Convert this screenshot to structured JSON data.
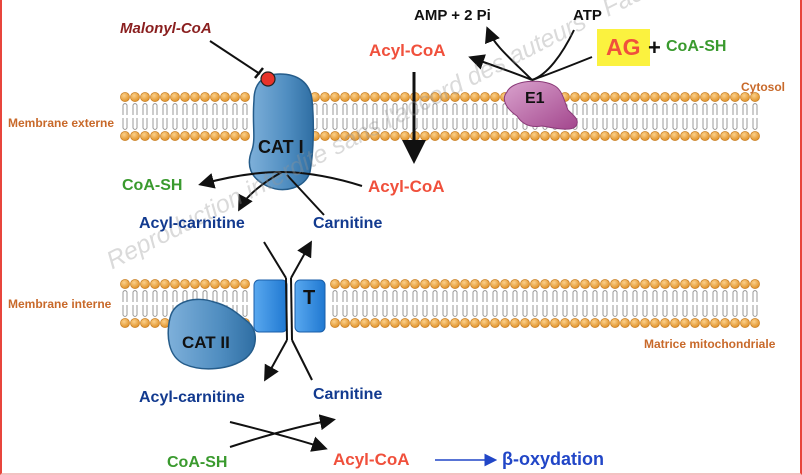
{
  "watermark": "Reproduction interdite sans l'accord des auteurs - Faculté de Médecine - UNS",
  "compartments": {
    "cytosol": "Cytosol",
    "outer_membrane": "Membrane externe",
    "inner_membrane": "Membrane interne",
    "matrix": "Matrice mitochondriale"
  },
  "activation": {
    "amp": "AMP + 2 Pi",
    "atp": "ATP",
    "ag": "AG",
    "plus": "+",
    "coa_sh": "CoA-SH",
    "acyl_coa": "Acyl-CoA",
    "enzyme": "E1"
  },
  "outer_transfer": {
    "inhibitor": "Malonyl-CoA",
    "enzyme": "CAT I",
    "coa_sh": "CoA-SH",
    "acyl_coa": "Acyl-CoA",
    "acyl_carnitine": "Acyl-carnitine",
    "carnitine": "Carnitine"
  },
  "transporter": {
    "label": "T"
  },
  "inner_transfer": {
    "enzyme": "CAT II",
    "acyl_carnitine": "Acyl-carnitine",
    "carnitine": "Carnitine",
    "coa_sh": "CoA-SH",
    "acyl_coa": "Acyl-CoA",
    "beta_ox": "β-oxydation"
  },
  "colors": {
    "acyl_coa": "#f0503c",
    "carnitine": "#123a8f",
    "coa_sh": "#3a9a2e",
    "compartment": "#c8692a",
    "inhibitor": "#8a1f1f",
    "ag_highlight": "#fbf23f",
    "lipid_head": "#f0a23a",
    "cat": "#4f8dc0",
    "transporter": "#2f8de4",
    "e1": "#b05a9a"
  }
}
